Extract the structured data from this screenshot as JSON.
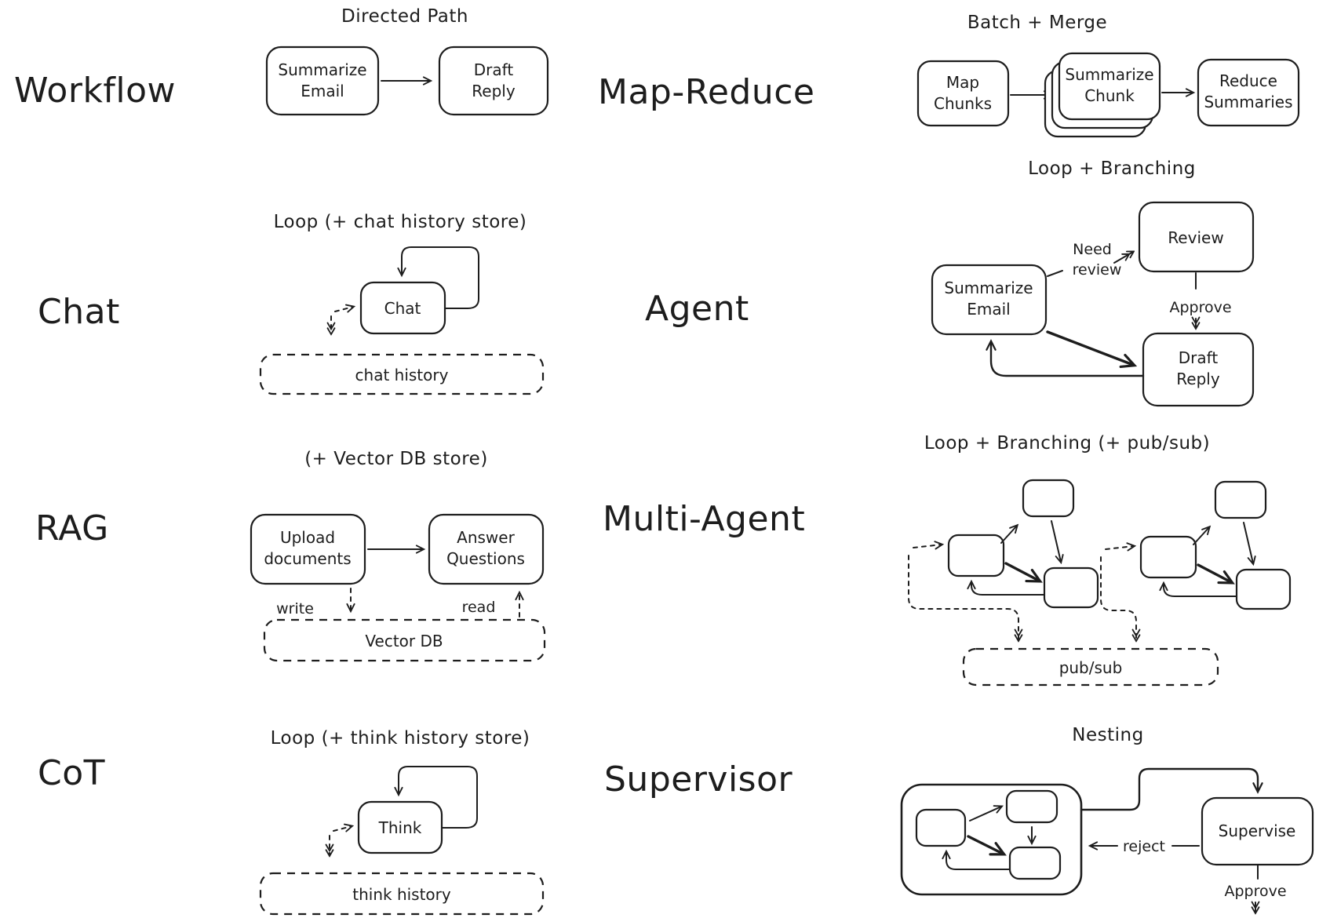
{
  "colors": {
    "ink": "#1d1d1d",
    "background": "#ffffff"
  },
  "sections": {
    "workflow": {
      "label": "Workflow",
      "title": "Directed Path",
      "nodes": {
        "summarize_email": [
          "Summarize",
          "Email"
        ],
        "draft_reply": [
          "Draft",
          "Reply"
        ]
      }
    },
    "mapreduce": {
      "label": "Map-Reduce",
      "title": "Batch + Merge",
      "nodes": {
        "map_chunks": [
          "Map",
          "Chunks"
        ],
        "summarize_chunk": [
          "Summarize",
          "Chunk"
        ],
        "reduce_summaries": [
          "Reduce",
          "Summaries"
        ]
      }
    },
    "chat": {
      "label": "Chat",
      "title": "Loop (+ chat history store)",
      "node": "Chat",
      "store": "chat history"
    },
    "agent": {
      "label": "Agent",
      "title": "Loop + Branching",
      "nodes": {
        "summarize_email": [
          "Summarize",
          "Email"
        ],
        "review": "Review",
        "draft_reply": [
          "Draft",
          "Reply"
        ]
      },
      "edges": {
        "need_review": [
          "Need",
          "review"
        ],
        "approve": "Approve"
      }
    },
    "rag": {
      "label": "RAG",
      "title": "(+ Vector DB store)",
      "nodes": {
        "upload_documents": [
          "Upload",
          "documents"
        ],
        "answer_questions": [
          "Answer",
          "Questions"
        ]
      },
      "edges": {
        "write": "write",
        "read": "read"
      },
      "store": "Vector DB"
    },
    "multiagent": {
      "label": "Multi-Agent",
      "title": "Loop + Branching (+ pub/sub)",
      "store": "pub/sub"
    },
    "cot": {
      "label": "CoT",
      "title": "Loop (+ think history store)",
      "node": "Think",
      "store": "think history"
    },
    "supervisor": {
      "label": "Supervisor",
      "title": "Nesting",
      "node": "Supervise",
      "edges": {
        "reject": "reject",
        "approve": "Approve"
      }
    }
  }
}
